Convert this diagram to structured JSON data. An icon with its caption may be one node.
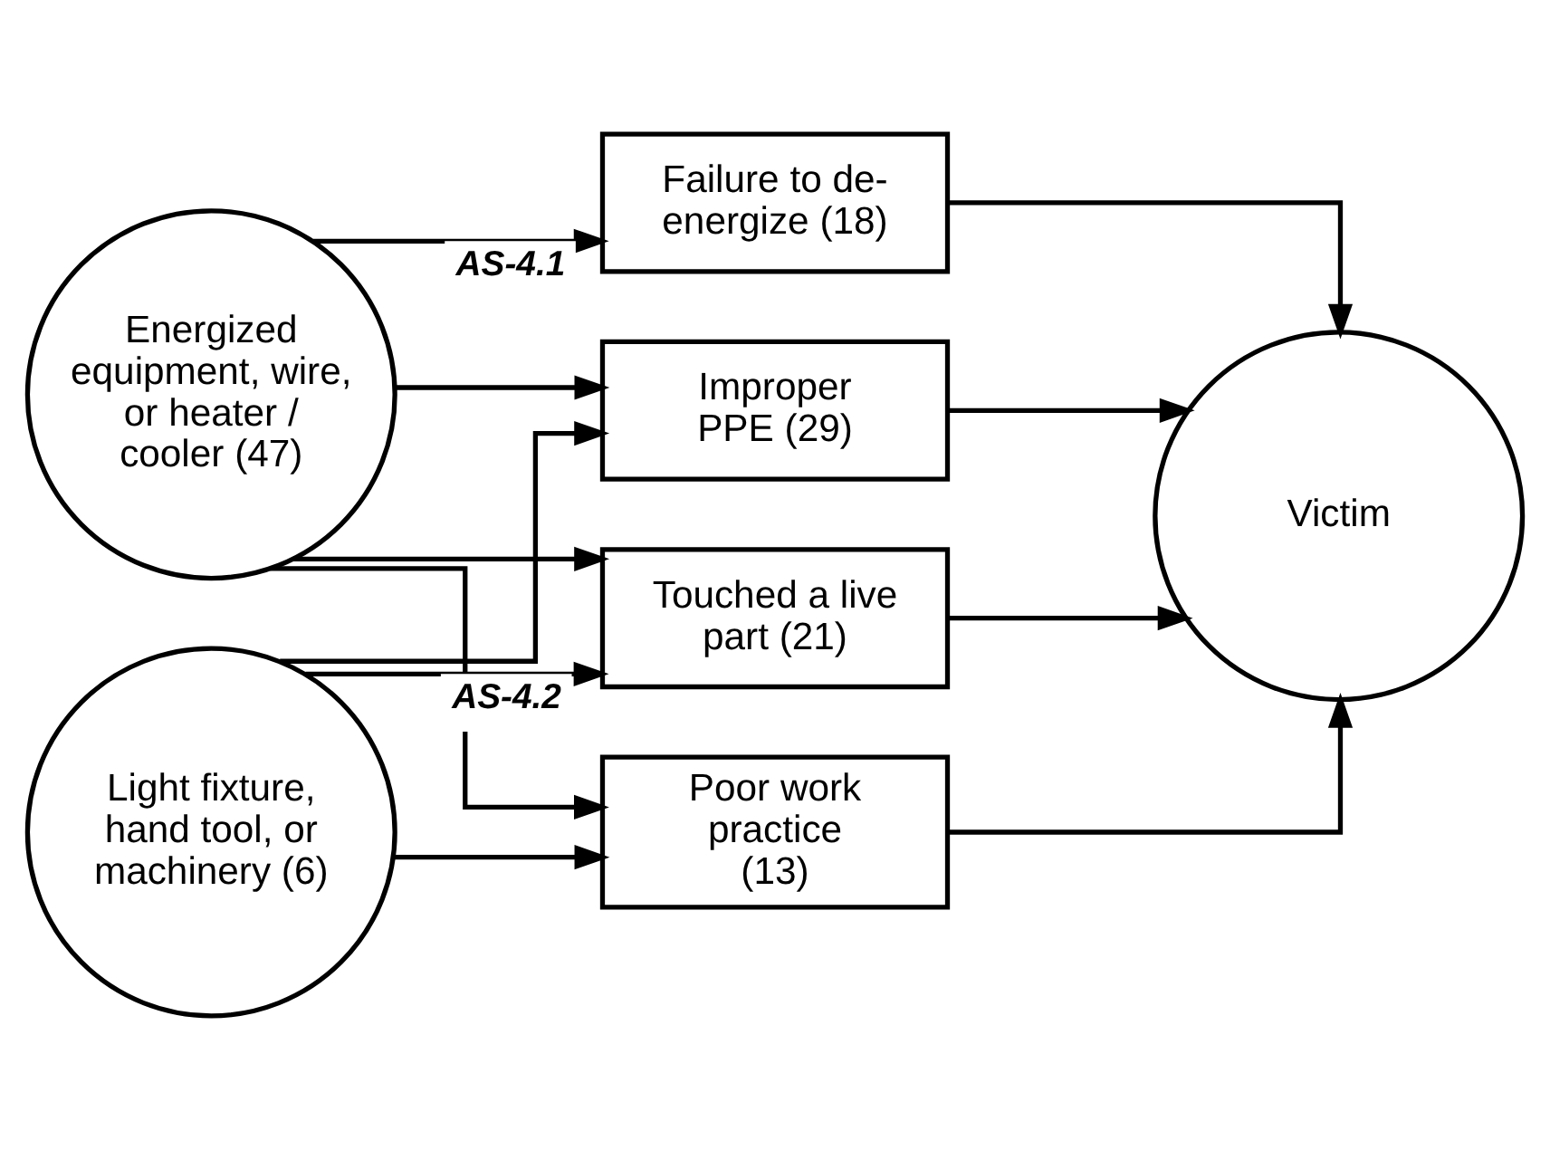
{
  "diagram": {
    "nodes": [
      {
        "text": [
          "Energized equipment, wire, or heater / cooler (47)"
        ]
      },
      {
        "text": [
          "Light fixture, hand tool, or machinery (6)"
        ]
      },
      {
        "text": [
          "Failure to de-energize (18)"
        ]
      },
      {
        "text": [
          "Improper PPE (29)"
        ]
      },
      {
        "text": [
          "Touched a live part (21)"
        ]
      },
      {
        "text": [
          "Poor work practice (13)"
        ]
      },
      {
        "text": [
          "Victim"
        ]
      }
    ],
    "edges": [
      {
        "from": 0,
        "to": 2,
        "arrow": "to",
        "label": "AS-4.1"
      },
      {
        "from": 0,
        "to": 3,
        "arrow": "to"
      },
      {
        "from": 0,
        "to": 4,
        "arrow": "to"
      },
      {
        "from": 0,
        "to": 5,
        "arrow": "to"
      },
      {
        "from": 1,
        "to": 3,
        "arrow": "to"
      },
      {
        "from": 1,
        "to": 4,
        "arrow": "to",
        "label": "AS-4.2"
      },
      {
        "from": 1,
        "to": 5,
        "arrow": "to"
      },
      {
        "from": 2,
        "to": 6,
        "arrow": "to"
      },
      {
        "from": 3,
        "to": 6,
        "arrow": "to"
      },
      {
        "from": 4,
        "to": 6,
        "arrow": "to"
      },
      {
        "from": 5,
        "to": 6,
        "arrow": "to"
      }
    ]
  }
}
